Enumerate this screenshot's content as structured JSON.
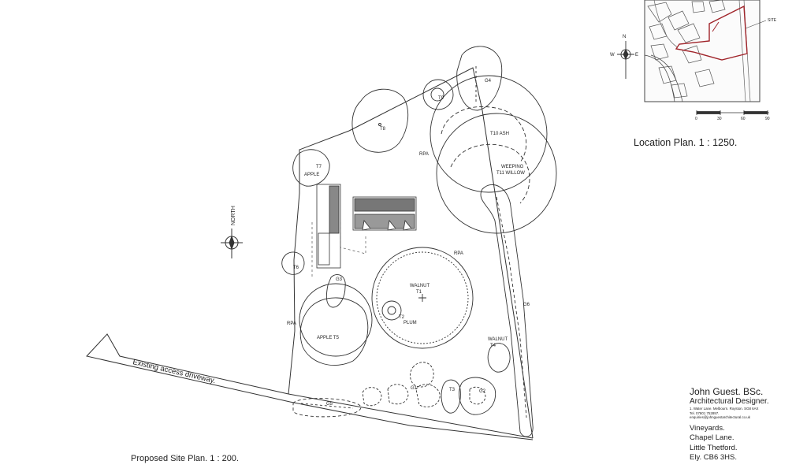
{
  "location_plan": {
    "caption": "Location Plan.   1 : 1250.",
    "site_label": "SITE",
    "north_letter": "N",
    "west_letter": "W",
    "east_letter": "E",
    "scale_ticks": [
      "0",
      "30",
      "60",
      "90"
    ]
  },
  "site_plan": {
    "caption": "Proposed  Site Plan.  1 : 200.",
    "north_label": "NORTH",
    "driveway_label": "Existing  access driveway.",
    "labels": {
      "t7": "T7",
      "t7_species": "APPLE",
      "t8": "T8",
      "t9": "T9",
      "g4": "G4",
      "t10": "T10   ASH",
      "t11_line1": "WEEPING",
      "t11_line2": "T11 WILLOW",
      "rpa_1": "RPA",
      "rpa_2": "RPA",
      "rpa_3": "RPA",
      "t6": "T6",
      "g3": "G3",
      "t1_species": "WALNUT",
      "t1": "T1",
      "t2": "T2",
      "t2_species": "PLUM",
      "t5": "APPLE   T5",
      "g6": "G6",
      "t4_species": "WALNUT",
      "t4": "T4",
      "g1": "G1",
      "t3": "T3",
      "g2": "G2",
      "g5": "G5"
    }
  },
  "designer": {
    "name": "John Guest.  BSc.",
    "title": "Architectural Designer.",
    "address": "1. Water Lane. Melbourn. Royston. SG8 6AX",
    "tel": "Tel. 07801 752897.",
    "email": "enquiries@johnguestarchitectural.co.uk"
  },
  "project": {
    "line1": "Vineyards.",
    "line2": "Chapel Lane.",
    "line3": "Little Thetford.",
    "line4": "Ely.   CB6 3HS."
  }
}
